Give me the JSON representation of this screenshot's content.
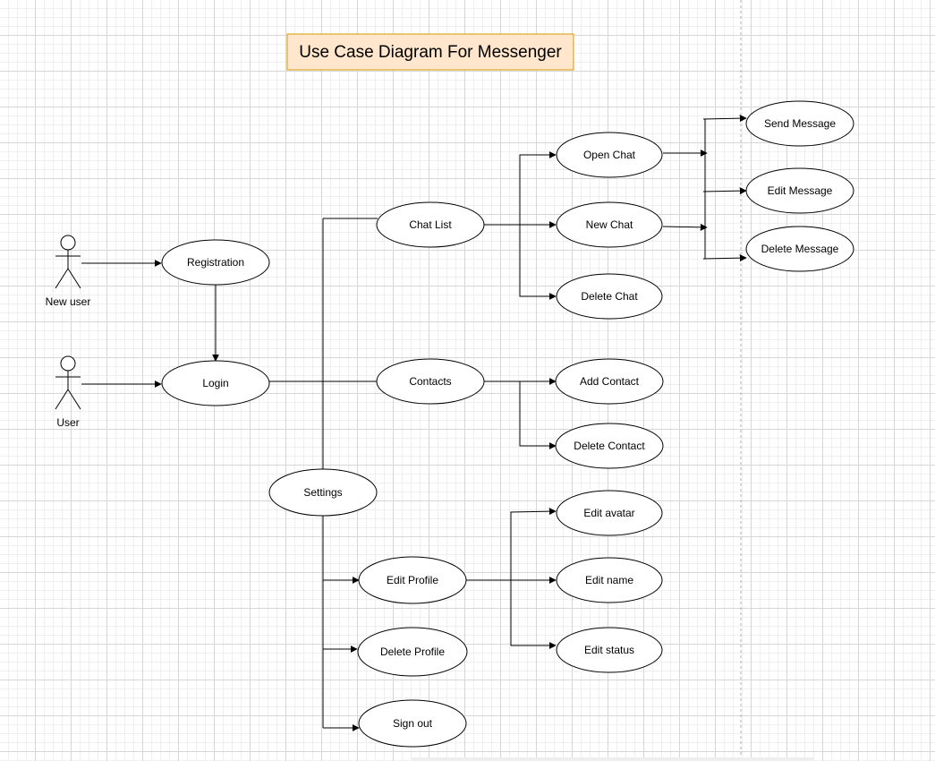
{
  "title": "Use Case Diagram For Messenger",
  "colors": {
    "title_fill": "#ffe6cc",
    "title_stroke": "#d79b00",
    "line": "#000000",
    "grid": "#d6d6d6"
  },
  "actors": {
    "new_user": "New user",
    "user": "User"
  },
  "use_cases": {
    "registration": "Registration",
    "login": "Login",
    "chat_list": "Chat List",
    "contacts": "Contacts",
    "settings": "Settings",
    "open_chat": "Open Chat",
    "new_chat": "New Chat",
    "delete_chat": "Delete Chat",
    "send_message": "Send Message",
    "edit_message": "Edit Message",
    "delete_message": "Delete Message",
    "add_contact": "Add Contact",
    "delete_contact": "Delete Contact",
    "edit_profile": "Edit Profile",
    "delete_profile": "Delete Profile",
    "sign_out": "Sign out",
    "edit_avatar": "Edit avatar",
    "edit_name": "Edit name",
    "edit_status": "Edit status"
  }
}
